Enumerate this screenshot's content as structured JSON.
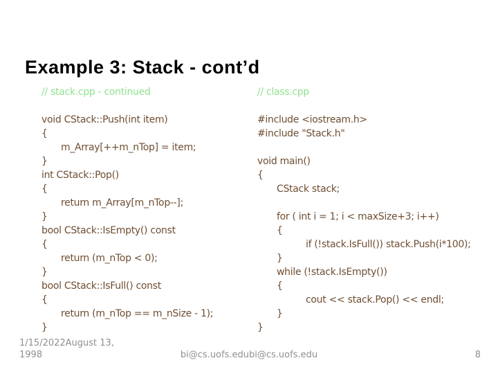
{
  "slide": {
    "title": "Example 3: Stack - cont’d",
    "colors": {
      "background": "#ffffff",
      "title": "#000000",
      "code": "#6f4e32",
      "comment": "#8fe28f",
      "footer": "#8f8f8f"
    },
    "code_columns": [
      {
        "name": "left",
        "lines": [
          {
            "text": "// stack.cpp - continued",
            "type": "comment",
            "indent": 0
          },
          {
            "text": "",
            "type": "code",
            "indent": 0
          },
          {
            "text": "void CStack::Push(int item)",
            "type": "code",
            "indent": 0
          },
          {
            "text": "{",
            "type": "code",
            "indent": 0
          },
          {
            "text": "m_Array[++m_nTop] = item;",
            "type": "code",
            "indent": 1
          },
          {
            "text": "}",
            "type": "code",
            "indent": 0
          },
          {
            "text": "int CStack::Pop()",
            "type": "code",
            "indent": 0
          },
          {
            "text": "{",
            "type": "code",
            "indent": 0
          },
          {
            "text": "return m_Array[m_nTop--];",
            "type": "code",
            "indent": 1
          },
          {
            "text": "}",
            "type": "code",
            "indent": 0
          },
          {
            "text": "bool CStack::IsEmpty() const",
            "type": "code",
            "indent": 0
          },
          {
            "text": "{",
            "type": "code",
            "indent": 0
          },
          {
            "text": "return (m_nTop < 0);",
            "type": "code",
            "indent": 1
          },
          {
            "text": "}",
            "type": "code",
            "indent": 0
          },
          {
            "text": "bool CStack::IsFull() const",
            "type": "code",
            "indent": 0
          },
          {
            "text": "{",
            "type": "code",
            "indent": 0
          },
          {
            "text": "return (m_nTop == m_nSize - 1);",
            "type": "code",
            "indent": 1
          },
          {
            "text": "}",
            "type": "code",
            "indent": 0
          }
        ]
      },
      {
        "name": "right",
        "lines": [
          {
            "text": "// class.cpp",
            "type": "comment",
            "indent": 0
          },
          {
            "text": "",
            "type": "code",
            "indent": 0
          },
          {
            "text": "#include <iostream.h>",
            "type": "code",
            "indent": 0
          },
          {
            "text": "#include \"Stack.h\"",
            "type": "code",
            "indent": 0
          },
          {
            "text": "",
            "type": "code",
            "indent": 0
          },
          {
            "text": "void main()",
            "type": "code",
            "indent": 0
          },
          {
            "text": "{",
            "type": "code",
            "indent": 0
          },
          {
            "text": "CStack stack;",
            "type": "code",
            "indent": 1
          },
          {
            "text": "",
            "type": "code",
            "indent": 0
          },
          {
            "text": "for ( int i = 1; i < maxSize+3; i++)",
            "type": "code",
            "indent": 1
          },
          {
            "text": "{",
            "type": "code",
            "indent": 1
          },
          {
            "text": "if (!stack.IsFull()) stack.Push(i*100);",
            "type": "code",
            "indent": 2
          },
          {
            "text": "}",
            "type": "code",
            "indent": 1
          },
          {
            "text": "while (!stack.IsEmpty())",
            "type": "code",
            "indent": 1
          },
          {
            "text": "{",
            "type": "code",
            "indent": 1
          },
          {
            "text": "cout << stack.Pop() << endl;",
            "type": "code",
            "indent": 2
          },
          {
            "text": "}",
            "type": "code",
            "indent": 1
          },
          {
            "text": "}",
            "type": "code",
            "indent": 0
          }
        ]
      }
    ],
    "footer": {
      "date_line1": "1/15/2022August 13,",
      "date_line2": "1998",
      "email": "bi@cs.uofs.edubi@cs.uofs.edu",
      "page_number": "8"
    }
  }
}
